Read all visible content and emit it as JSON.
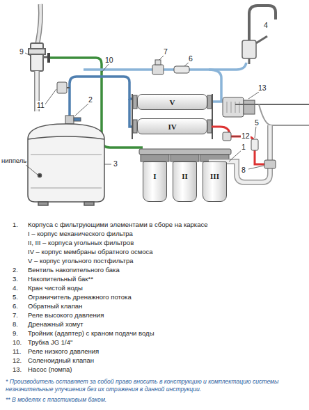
{
  "diagram": {
    "nodes": [
      {
        "text": [
          "V"
        ]
      },
      {
        "text": [
          "IV"
        ]
      },
      {
        "text": [
          "I"
        ]
      },
      {
        "text": [
          "II"
        ]
      },
      {
        "text": [
          "III"
        ]
      }
    ],
    "labels": [
      "4",
      "9",
      "10",
      "7",
      "6",
      "13",
      "2",
      "11",
      "1",
      "5",
      "12",
      "ниппель",
      "3",
      "8",
      "1.",
      "Корпуса с фильтрующими элементами в сборе на каркасе",
      "I – корпус механического фильтра",
      "II, III – корпуса угольных фильтров",
      "IV – корпус мембраны обратного осмоса",
      "V – корпус угольного постфильтра",
      "2.",
      "Вентиль накопительного бака",
      "3.",
      "Накопительный бак**",
      "4.",
      "Кран чистой воды",
      "5.",
      "Ограничитель дренажного потока",
      "6.",
      "Обратный клапан",
      "7.",
      "Реле высокого давления",
      "8.",
      "Дренажный хомут",
      "9.",
      "Тройник (адаптер) с краном подачи воды",
      "10.",
      "Трубка JG 1/4\"",
      "11.",
      "Реле низкого давления",
      "12.",
      "Соленоидный клапан",
      "13.",
      "Насос (помпа)",
      "* Производитель оставляет за собой право вносить в конструкцию и комплектацию системы незначительные улучшения без их отражения в данной инструкции.",
      "** В моделях с пластиковым баком."
    ]
  }
}
